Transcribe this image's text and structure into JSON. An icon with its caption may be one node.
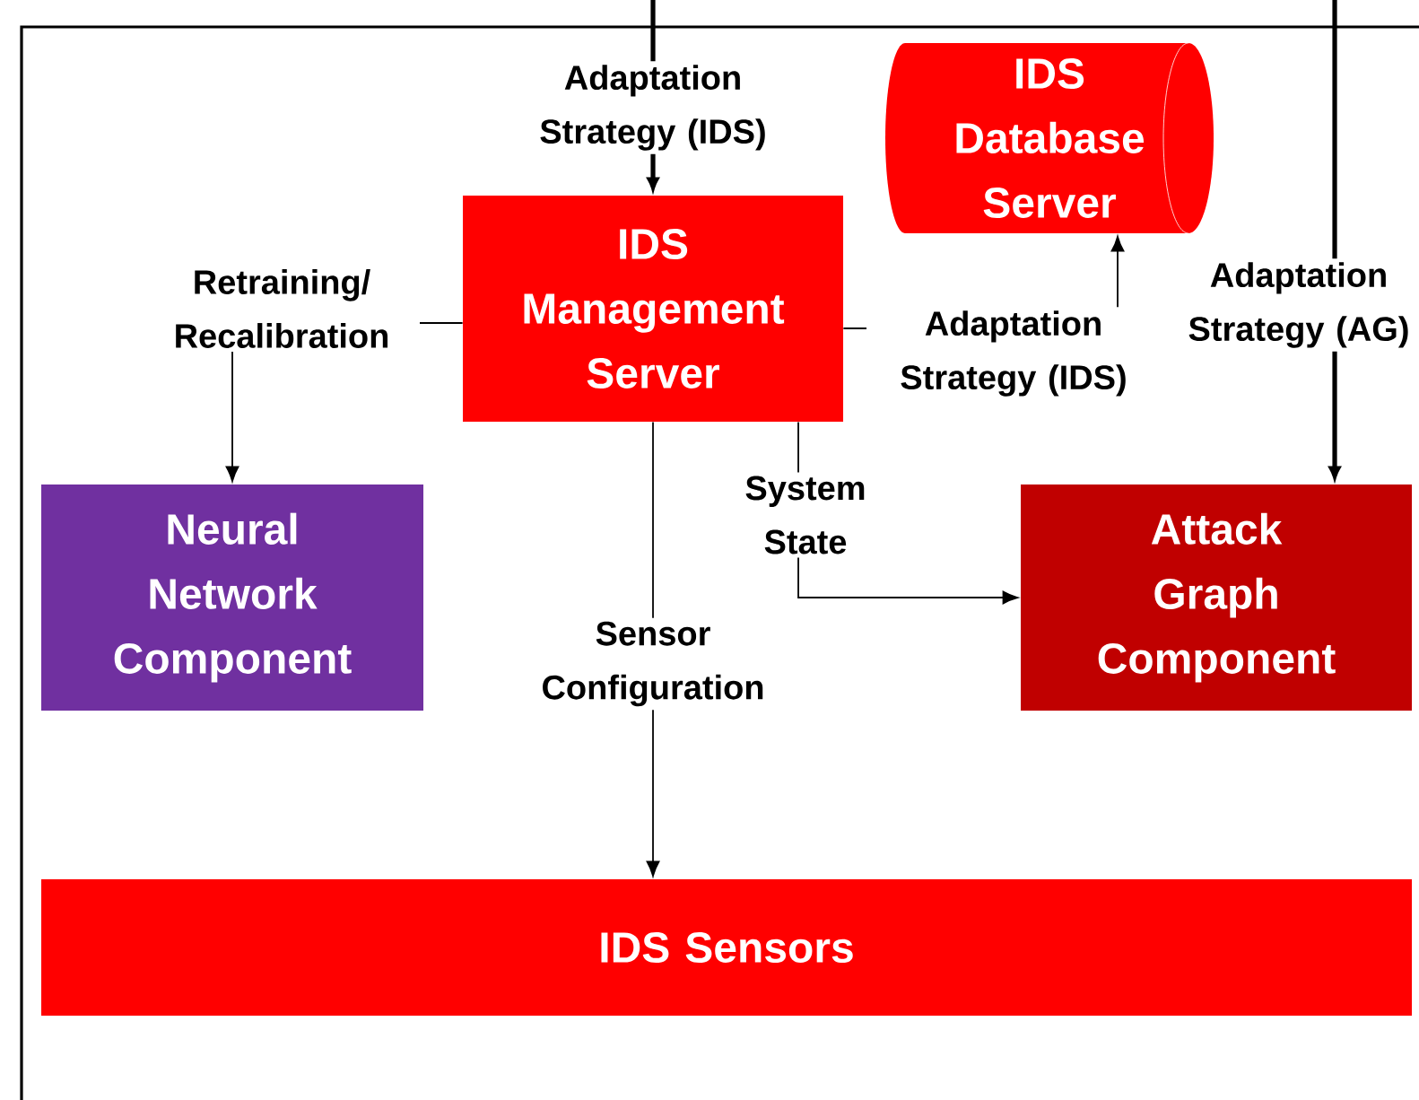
{
  "diagram": {
    "nodes": [
      {
        "text": [
          "IDS Management Server"
        ]
      },
      {
        "text": [
          "IDS Database Server"
        ]
      },
      {
        "text": [
          "Neural Network Component"
        ]
      },
      {
        "text": [
          "Attack Graph Component"
        ]
      },
      {
        "text": [
          "IDS Sensors"
        ]
      }
    ],
    "edges": [
      {
        "from": null,
        "to": 0,
        "arrow": "to",
        "label": "Adaptation Strategy (IDS)",
        "style": "thick"
      },
      {
        "from": 0,
        "to": 2,
        "arrow": "to",
        "label": "Retraining/ Recalibration"
      },
      {
        "from": 0,
        "to": 1,
        "arrow": "to",
        "label": "Adaptation Strategy (IDS)"
      },
      {
        "from": 0,
        "to": 3,
        "arrow": "to",
        "label": "System State"
      },
      {
        "from": 0,
        "to": 4,
        "arrow": "to",
        "label": "Sensor Configuration"
      },
      {
        "from": null,
        "to": 3,
        "arrow": "to",
        "label": "Adaptation Strategy (AG)",
        "style": "thick"
      }
    ]
  }
}
